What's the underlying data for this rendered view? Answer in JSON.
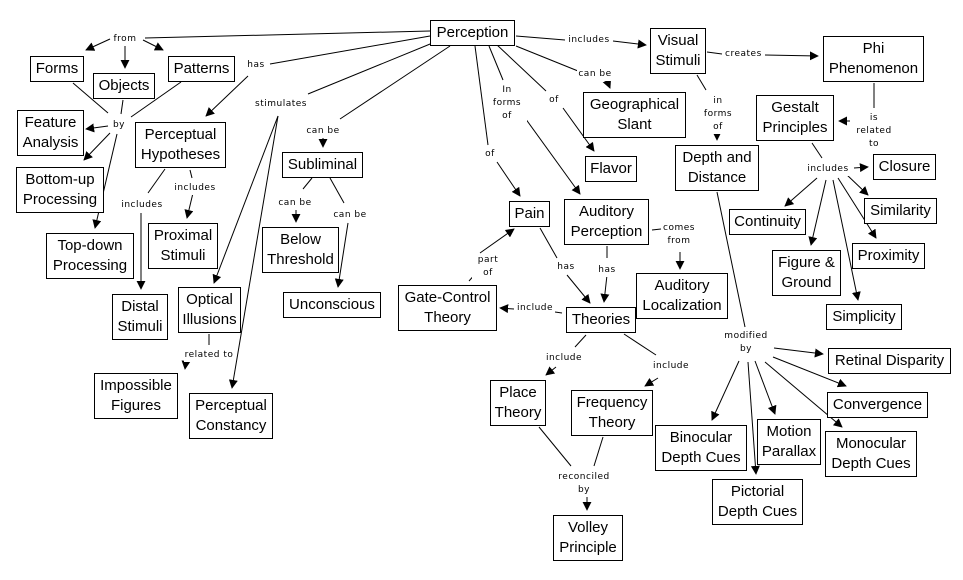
{
  "title": "Perception Concept Map",
  "nodes": {
    "perception": "Perception",
    "forms": "Forms",
    "objects": "Objects",
    "patterns": "Patterns",
    "feature_analysis": "Feature\nAnalysis",
    "bottom_up": "Bottom-up\nProcessing",
    "top_down": "Top-down\nProcessing",
    "perceptual_hypotheses": "Perceptual\nHypotheses",
    "proximal_stimuli": "Proximal\nStimuli",
    "distal_stimuli": "Distal\nStimuli",
    "optical_illusions": "Optical\nIllusions",
    "impossible_figures": "Impossible\nFigures",
    "perceptual_constancy": "Perceptual\nConstancy",
    "subliminal": "Subliminal",
    "below_threshold": "Below\nThreshold",
    "unconscious": "Unconscious",
    "pain": "Pain",
    "gate_control": "Gate-Control\nTheory",
    "auditory_perception": "Auditory\nPerception",
    "auditory_localization": "Auditory\nLocalization",
    "theories": "Theories",
    "place_theory": "Place\nTheory",
    "frequency_theory": "Frequency\nTheory",
    "volley_principle": "Volley\nPrinciple",
    "geographical_slant": "Geographical\nSlant",
    "flavor": "Flavor",
    "visual_stimuli": "Visual\nStimuli",
    "phi_phenomenon": "Phi\nPhenomenon",
    "gestalt_principles": "Gestalt\nPrinciples",
    "closure": "Closure",
    "similarity": "Similarity",
    "continuity": "Continuity",
    "proximity": "Proximity",
    "figure_ground": "Figure &\nGround",
    "simplicity": "Simplicity",
    "depth_distance": "Depth and\nDistance",
    "retinal_disparity": "Retinal Disparity",
    "convergence": "Convergence",
    "binocular_cues": "Binocular\nDepth Cues",
    "motion_parallax": "Motion\nParallax",
    "monocular_cues": "Monocular\nDepth Cues",
    "pictorial_cues": "Pictorial\nDepth Cues"
  },
  "links": {
    "from": "from",
    "by": "by",
    "has": "has",
    "stimulates": "stimulates",
    "includes_ph_left": "includes",
    "includes_ph_right": "includes",
    "related_to": "related to",
    "can_be_sub": "can be",
    "can_be_below": "can be",
    "can_be_uncon": "can be",
    "of_pain": "of",
    "in_forms_of_aud": "In forms\nof",
    "of_flavor": "of",
    "can_be_geo": "can be",
    "includes_visual": "includes",
    "creates": "creates",
    "in_forms_of_depth": "in forms\nof",
    "is_related_to": "is related\nto",
    "includes_gestalt": "includes",
    "part_of": "part of",
    "has_pain": "has",
    "has_aud": "has",
    "comes_from": "comes\nfrom",
    "include_gate": "include",
    "include_place": "include",
    "include_freq": "include",
    "reconciled_by": "reconciled\nby",
    "modified_by": "modified\nby"
  }
}
